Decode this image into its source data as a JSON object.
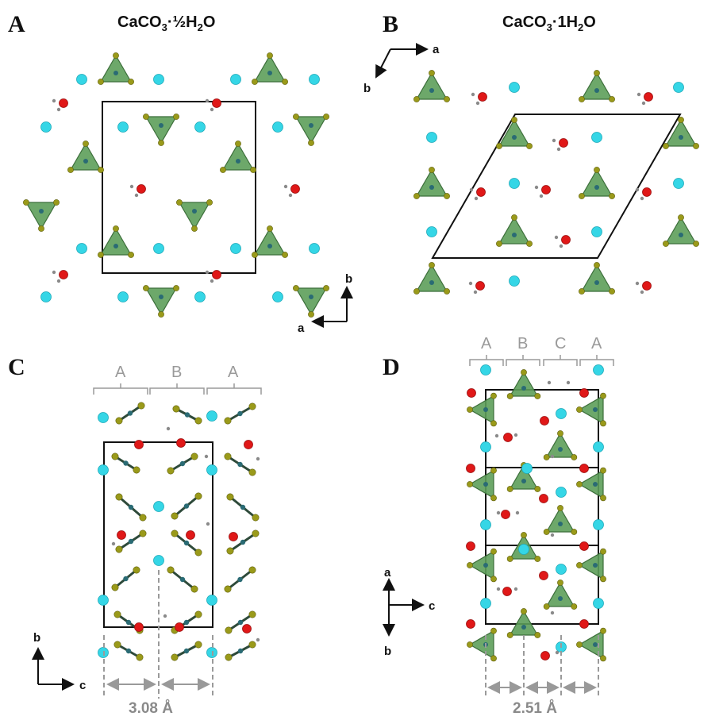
{
  "panels": {
    "A": {
      "letter": "A",
      "title_main": "CaCO",
      "title_sub": "3",
      "title_mid": "·½H",
      "title_sub2": "2",
      "title_end": "O",
      "axis_a": "a",
      "axis_b": "b"
    },
    "B": {
      "letter": "B",
      "title_main": "CaCO",
      "title_sub": "3",
      "title_mid": "·1H",
      "title_sub2": "2",
      "title_end": "O",
      "axis_a": "a",
      "axis_b": "b"
    },
    "C": {
      "letter": "C",
      "stacking": [
        "A",
        "B",
        "A"
      ],
      "distance": "3.08 Å",
      "axis_b": "b",
      "axis_c": "c"
    },
    "D": {
      "letter": "D",
      "stacking": [
        "A",
        "B",
        "C",
        "A"
      ],
      "distance": "2.51 Å",
      "axis_a": "a",
      "axis_b": "b",
      "axis_c": "c"
    }
  },
  "colors": {
    "calcium": "#35d6e6",
    "oxygen_water": "#e01818",
    "hydrogen": "#8a8a8a",
    "carbonate_fill": "#5d9e5a",
    "carbonate_oxygen": "#9a9a1a",
    "carbon": "#2a6b74",
    "cell": "#111111",
    "stacking": "#9a9a9a"
  }
}
